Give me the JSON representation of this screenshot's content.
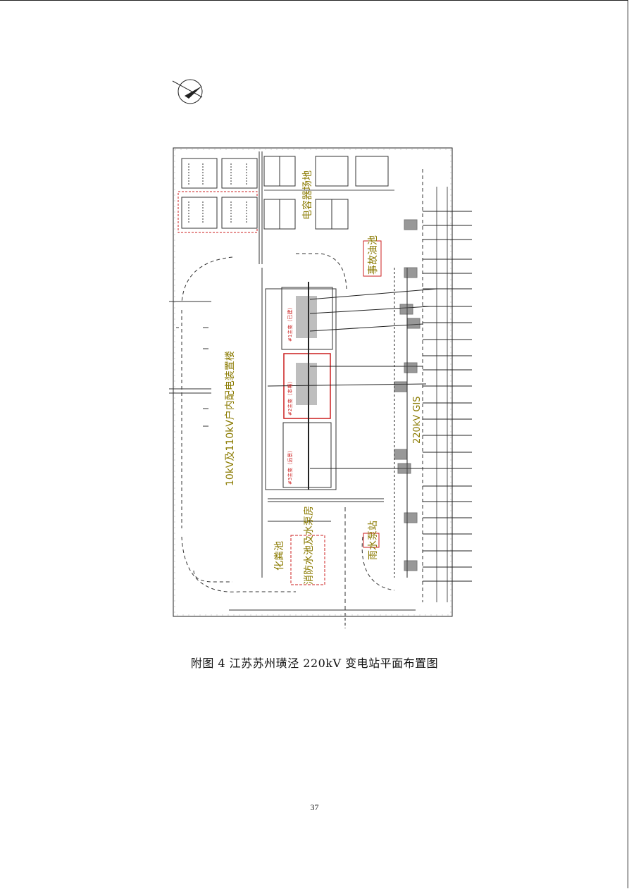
{
  "diagram": {
    "labels": {
      "building": "10kV及110kV户内配电装置楼",
      "capacitor_site": "电容器场地",
      "accident_oil_pool": "事故油池",
      "gis": "220kV GIS",
      "rain_pump": "雨水泵站",
      "septic_tank": "化粪池",
      "fire_pool": "消防水池及水泵房",
      "transformer_1": "#1主变（已建）",
      "transformer_2": "#2主变（本期）",
      "transformer_3": "#3主变（远景）"
    },
    "colors": {
      "label_olive": "#8a7a00",
      "red_highlight": "#cc1f1f",
      "line_dark": "#222222"
    },
    "north_arrow_icon": "north-arrow-icon"
  },
  "caption": "附图 4   江苏苏州璜泾 220kV 变电站平面布置图",
  "page_number": "37"
}
